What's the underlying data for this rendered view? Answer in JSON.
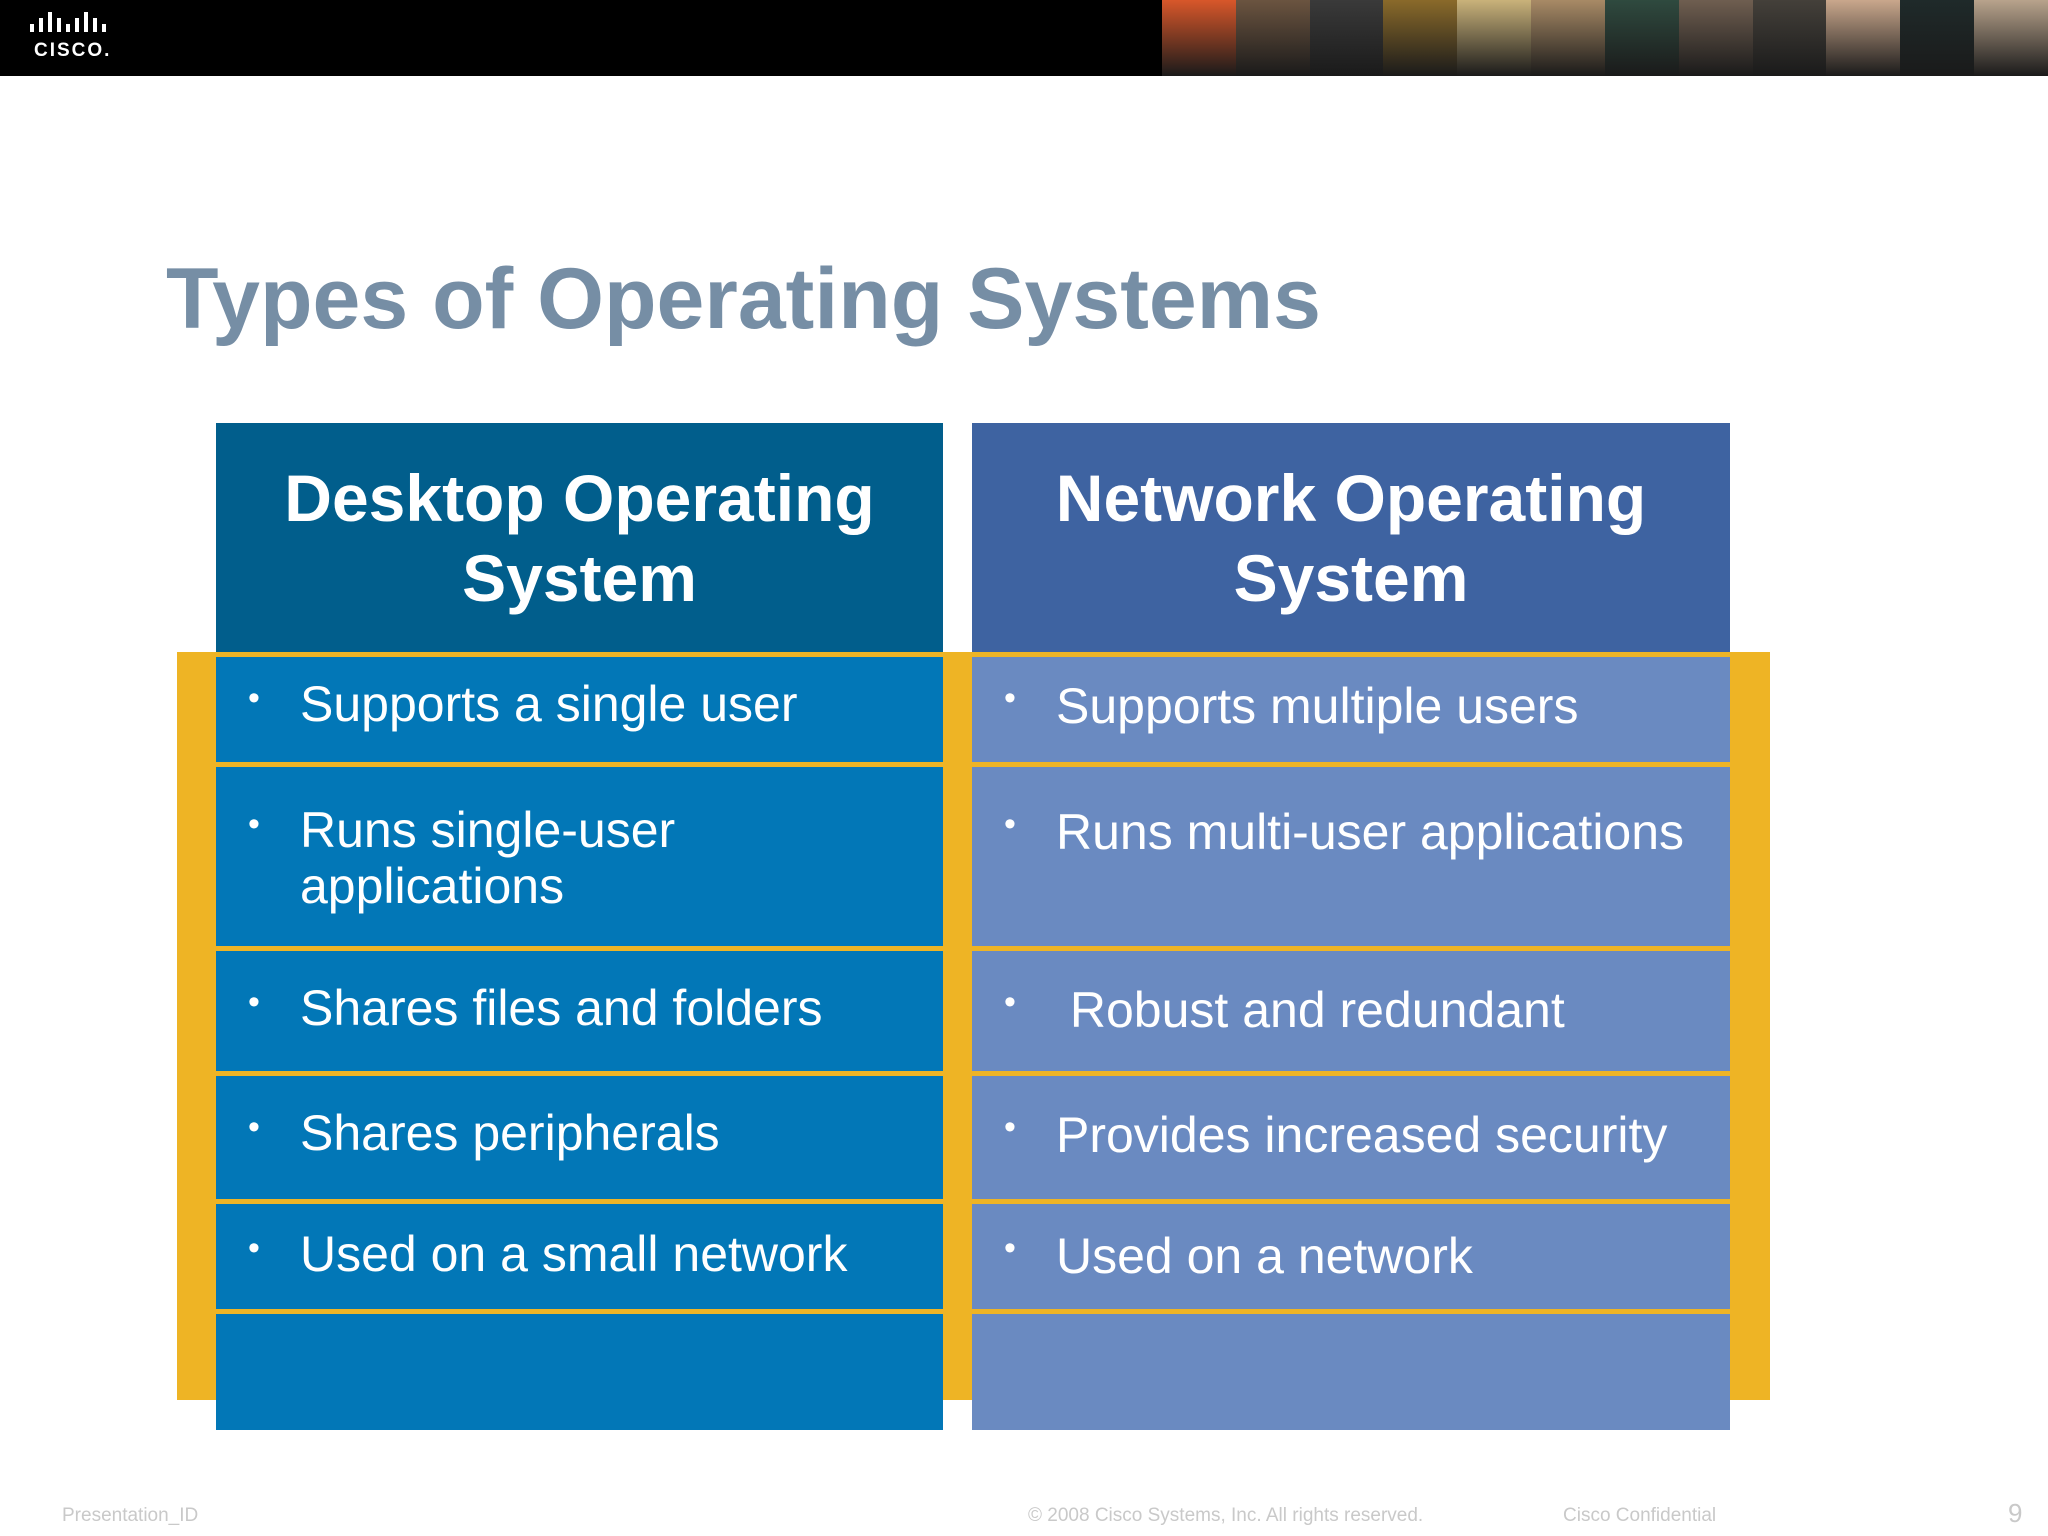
{
  "header": {
    "logo_text": "CISCO.",
    "photo_colors": [
      "#d8572a",
      "#6b5440",
      "#3a3a3a",
      "#8a6a2a",
      "#c9b27a",
      "#a88a66",
      "#2f4a3f",
      "#6f5e50",
      "#44403a",
      "#c9a78c",
      "#1f2a2a",
      "#b8a38c"
    ]
  },
  "slide": {
    "title": "Types of Operating Systems"
  },
  "columns": [
    {
      "heading": "Desktop Operating System",
      "items": [
        "Supports a single user",
        "Runs single-user applications",
        "Shares files and folders",
        "Shares peripherals",
        "Used on a small network"
      ]
    },
    {
      "heading": "Network Operating System",
      "items": [
        "Supports multiple users",
        "Runs multi-user applications",
        " Robust and redundant",
        "Provides increased security",
        "Used on a network"
      ]
    }
  ],
  "bullet_glyph": "•",
  "footer": {
    "presentation_id": "Presentation_ID",
    "copyright": "© 2008 Cisco Systems, Inc. All rights reserved.",
    "confidential": "Cisco Confidential",
    "page_number": "9"
  },
  "colors": {
    "title": "#768ea5",
    "desktop_header": "#015e8c",
    "desktop_body": "#0277b7",
    "network_header": "#3e63a1",
    "network_body": "#6a8ac1",
    "gold": "#eeb425"
  }
}
